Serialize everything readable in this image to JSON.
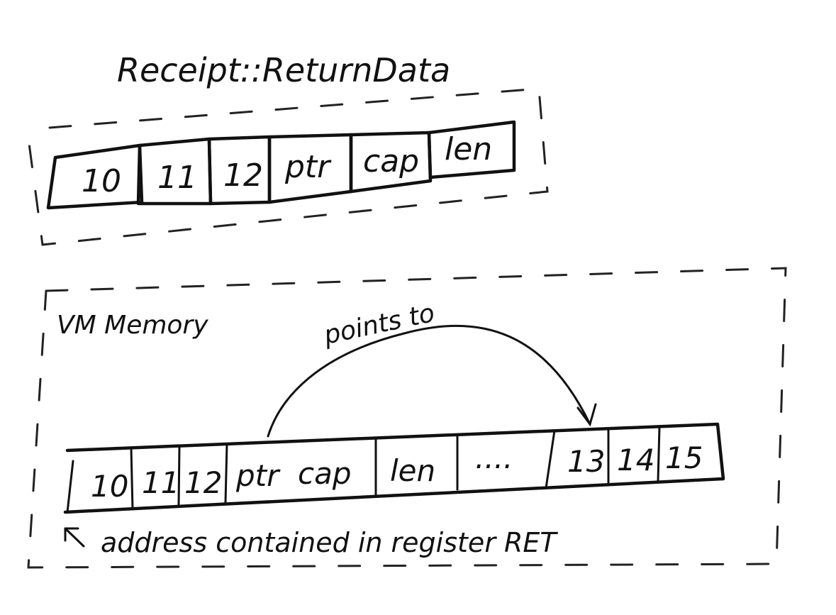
{
  "title": "Receipt::ReturnData",
  "receipt_cells": [
    "10",
    "11",
    "12",
    "ptr",
    "cap",
    "len"
  ],
  "vm_memory_label": "VM Memory",
  "memory_cells": [
    "10",
    "11",
    "12",
    "ptr",
    "cap",
    "len",
    "....",
    "13",
    "14",
    "15"
  ],
  "arrow_label": "points to",
  "caption": "address contained in register RET"
}
